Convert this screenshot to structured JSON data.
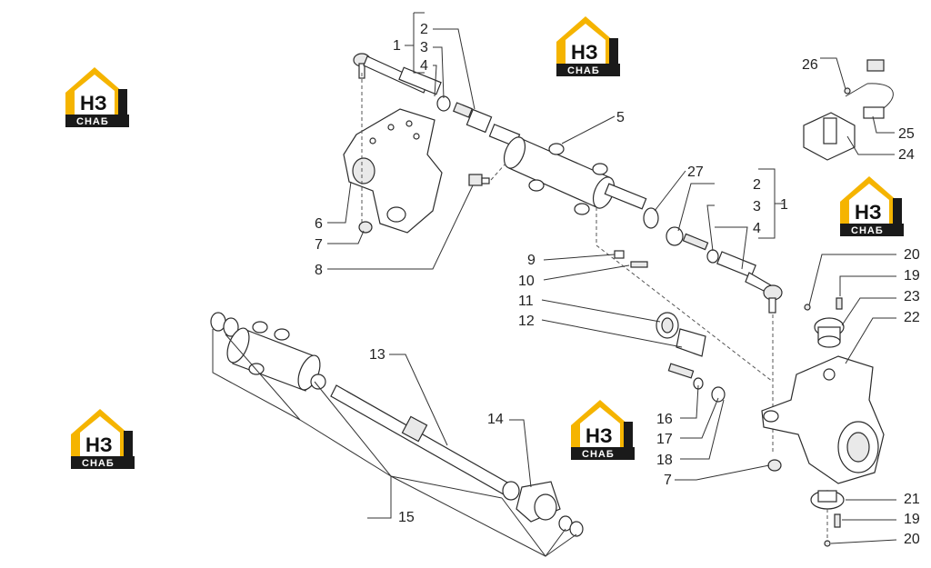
{
  "logo": {
    "top_text": "НЗ",
    "bottom_text": "СНАБ",
    "colors": {
      "roof": "#f5b400",
      "plate": "#1a1a1a",
      "text_bg": "#ffffff"
    }
  },
  "callouts": [
    "1",
    "2",
    "3",
    "4",
    "5",
    "6",
    "7",
    "8",
    "9",
    "10",
    "11",
    "12",
    "13",
    "14",
    "15",
    "16",
    "17",
    "18",
    "19",
    "20",
    "21",
    "22",
    "23",
    "24",
    "25",
    "26",
    "27"
  ]
}
